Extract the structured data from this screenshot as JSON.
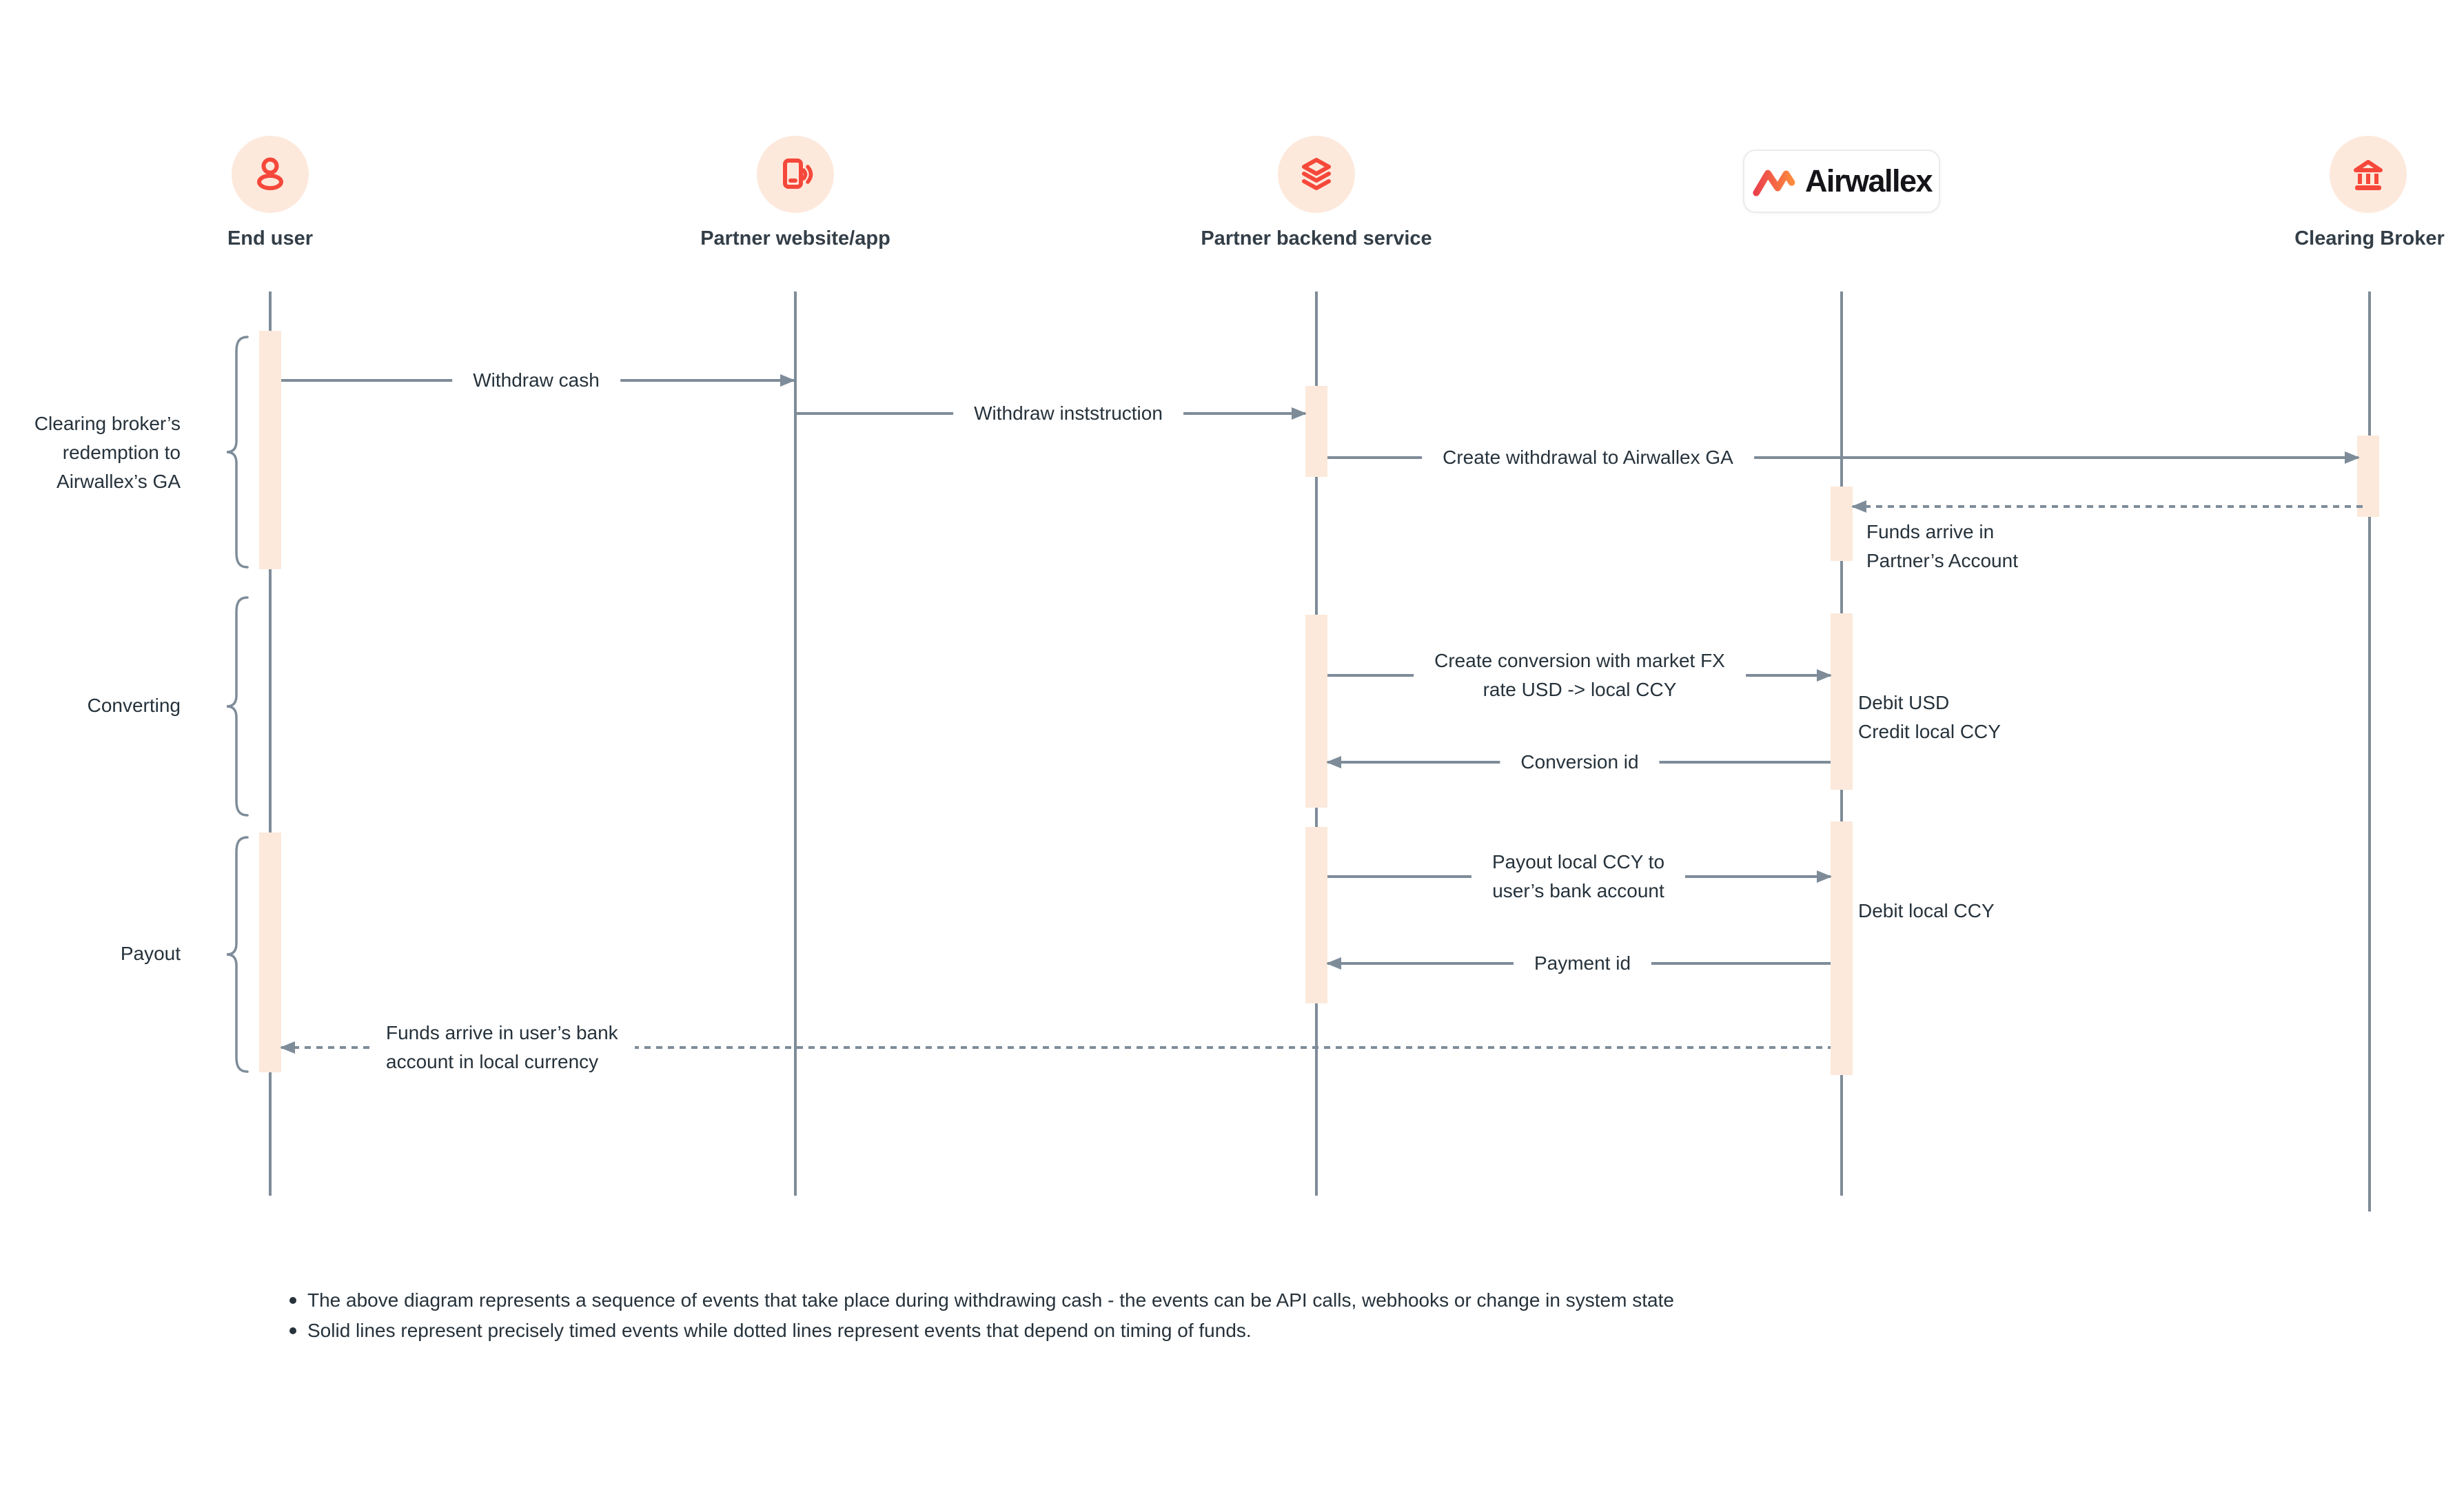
{
  "diagram": {
    "actors": [
      {
        "label": "End user",
        "icon": "person-icon"
      },
      {
        "label": "Partner website/app",
        "icon": "phone-icon"
      },
      {
        "label": "Partner backend service",
        "icon": "layers-icon"
      },
      {
        "label": "Airwallex",
        "icon": "airwallex-logo"
      },
      {
        "label": "Clearing Broker",
        "icon": "bank-icon"
      }
    ],
    "phases": [
      {
        "lines": [
          "Clearing broker’s",
          "redemption to",
          "Airwallex’s GA"
        ]
      },
      {
        "lines": [
          "Converting"
        ]
      },
      {
        "lines": [
          "Payout"
        ]
      }
    ],
    "messages": [
      {
        "label": "Withdraw cash",
        "style": "solid",
        "from": "End user",
        "to": "Partner website/app"
      },
      {
        "label": "Withdraw inststruction",
        "style": "solid",
        "from": "Partner website/app",
        "to": "Partner backend service"
      },
      {
        "label": "Create withdrawal to Airwallex GA",
        "style": "solid",
        "from": "Partner backend service",
        "to": "Clearing Broker"
      },
      {
        "lines": [
          "Funds arrive in",
          "Partner’s Account"
        ],
        "style": "dashed",
        "from": "Clearing Broker",
        "to": "Airwallex"
      },
      {
        "lines": [
          "Create conversion with market FX",
          "rate USD -> local CCY"
        ],
        "style": "solid",
        "from": "Partner backend service",
        "to": "Airwallex"
      },
      {
        "label": "Conversion id",
        "style": "solid",
        "from": "Airwallex",
        "to": "Partner backend service"
      },
      {
        "lines": [
          "Payout local CCY to",
          "user’s bank account"
        ],
        "style": "solid",
        "from": "Partner backend service",
        "to": "Airwallex"
      },
      {
        "label": "Payment id",
        "style": "solid",
        "from": "Airwallex",
        "to": "Partner backend service"
      },
      {
        "lines": [
          "Funds arrive in user’s bank",
          "account in local currency"
        ],
        "style": "dashed",
        "from": "Airwallex",
        "to": "End user"
      }
    ],
    "annotations": [
      {
        "lines": [
          "Debit USD",
          "Credit local CCY"
        ]
      },
      {
        "lines": [
          "Debit local CCY"
        ]
      }
    ],
    "footnotes": [
      "The above diagram represents a sequence of events that take place during withdrawing cash - the events can be API calls, webhooks or change in system state",
      "Solid lines represent precisely timed events while dotted lines represent events that depend on timing of funds."
    ],
    "colors": {
      "accent_red": "#F5483B",
      "peach": "#FCE9DB",
      "line_gray": "#7E8C99",
      "text": "#26323B"
    }
  }
}
